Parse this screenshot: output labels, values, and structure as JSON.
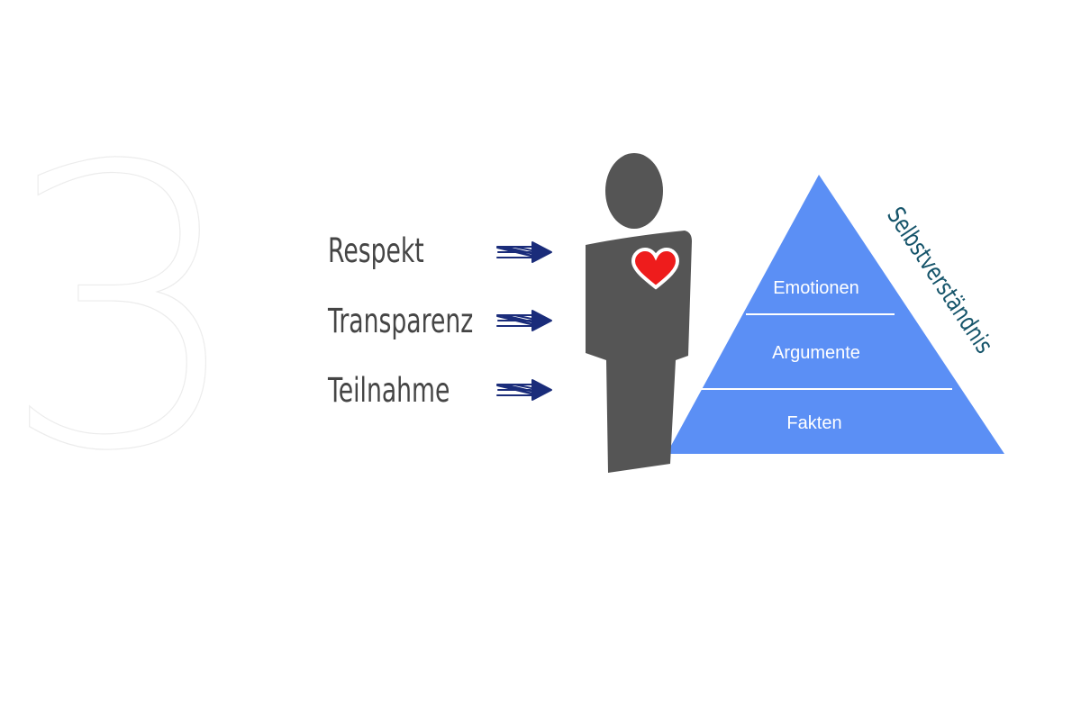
{
  "step_number": "3",
  "values": [
    {
      "label": "Respekt"
    },
    {
      "label": "Transparenz"
    },
    {
      "label": "Teilnahme"
    }
  ],
  "pyramid": {
    "levels": [
      "Emotionen",
      "Argumente",
      "Fakten"
    ],
    "side_label": "Selbstverständnis"
  },
  "colors": {
    "pyramid_fill": "#5b8ff5",
    "person_fill": "#555555",
    "heart_fill": "#ee1c1c",
    "arrow_color": "#1a2c7a",
    "text_color": "#454545",
    "side_label_color": "#15546a"
  }
}
